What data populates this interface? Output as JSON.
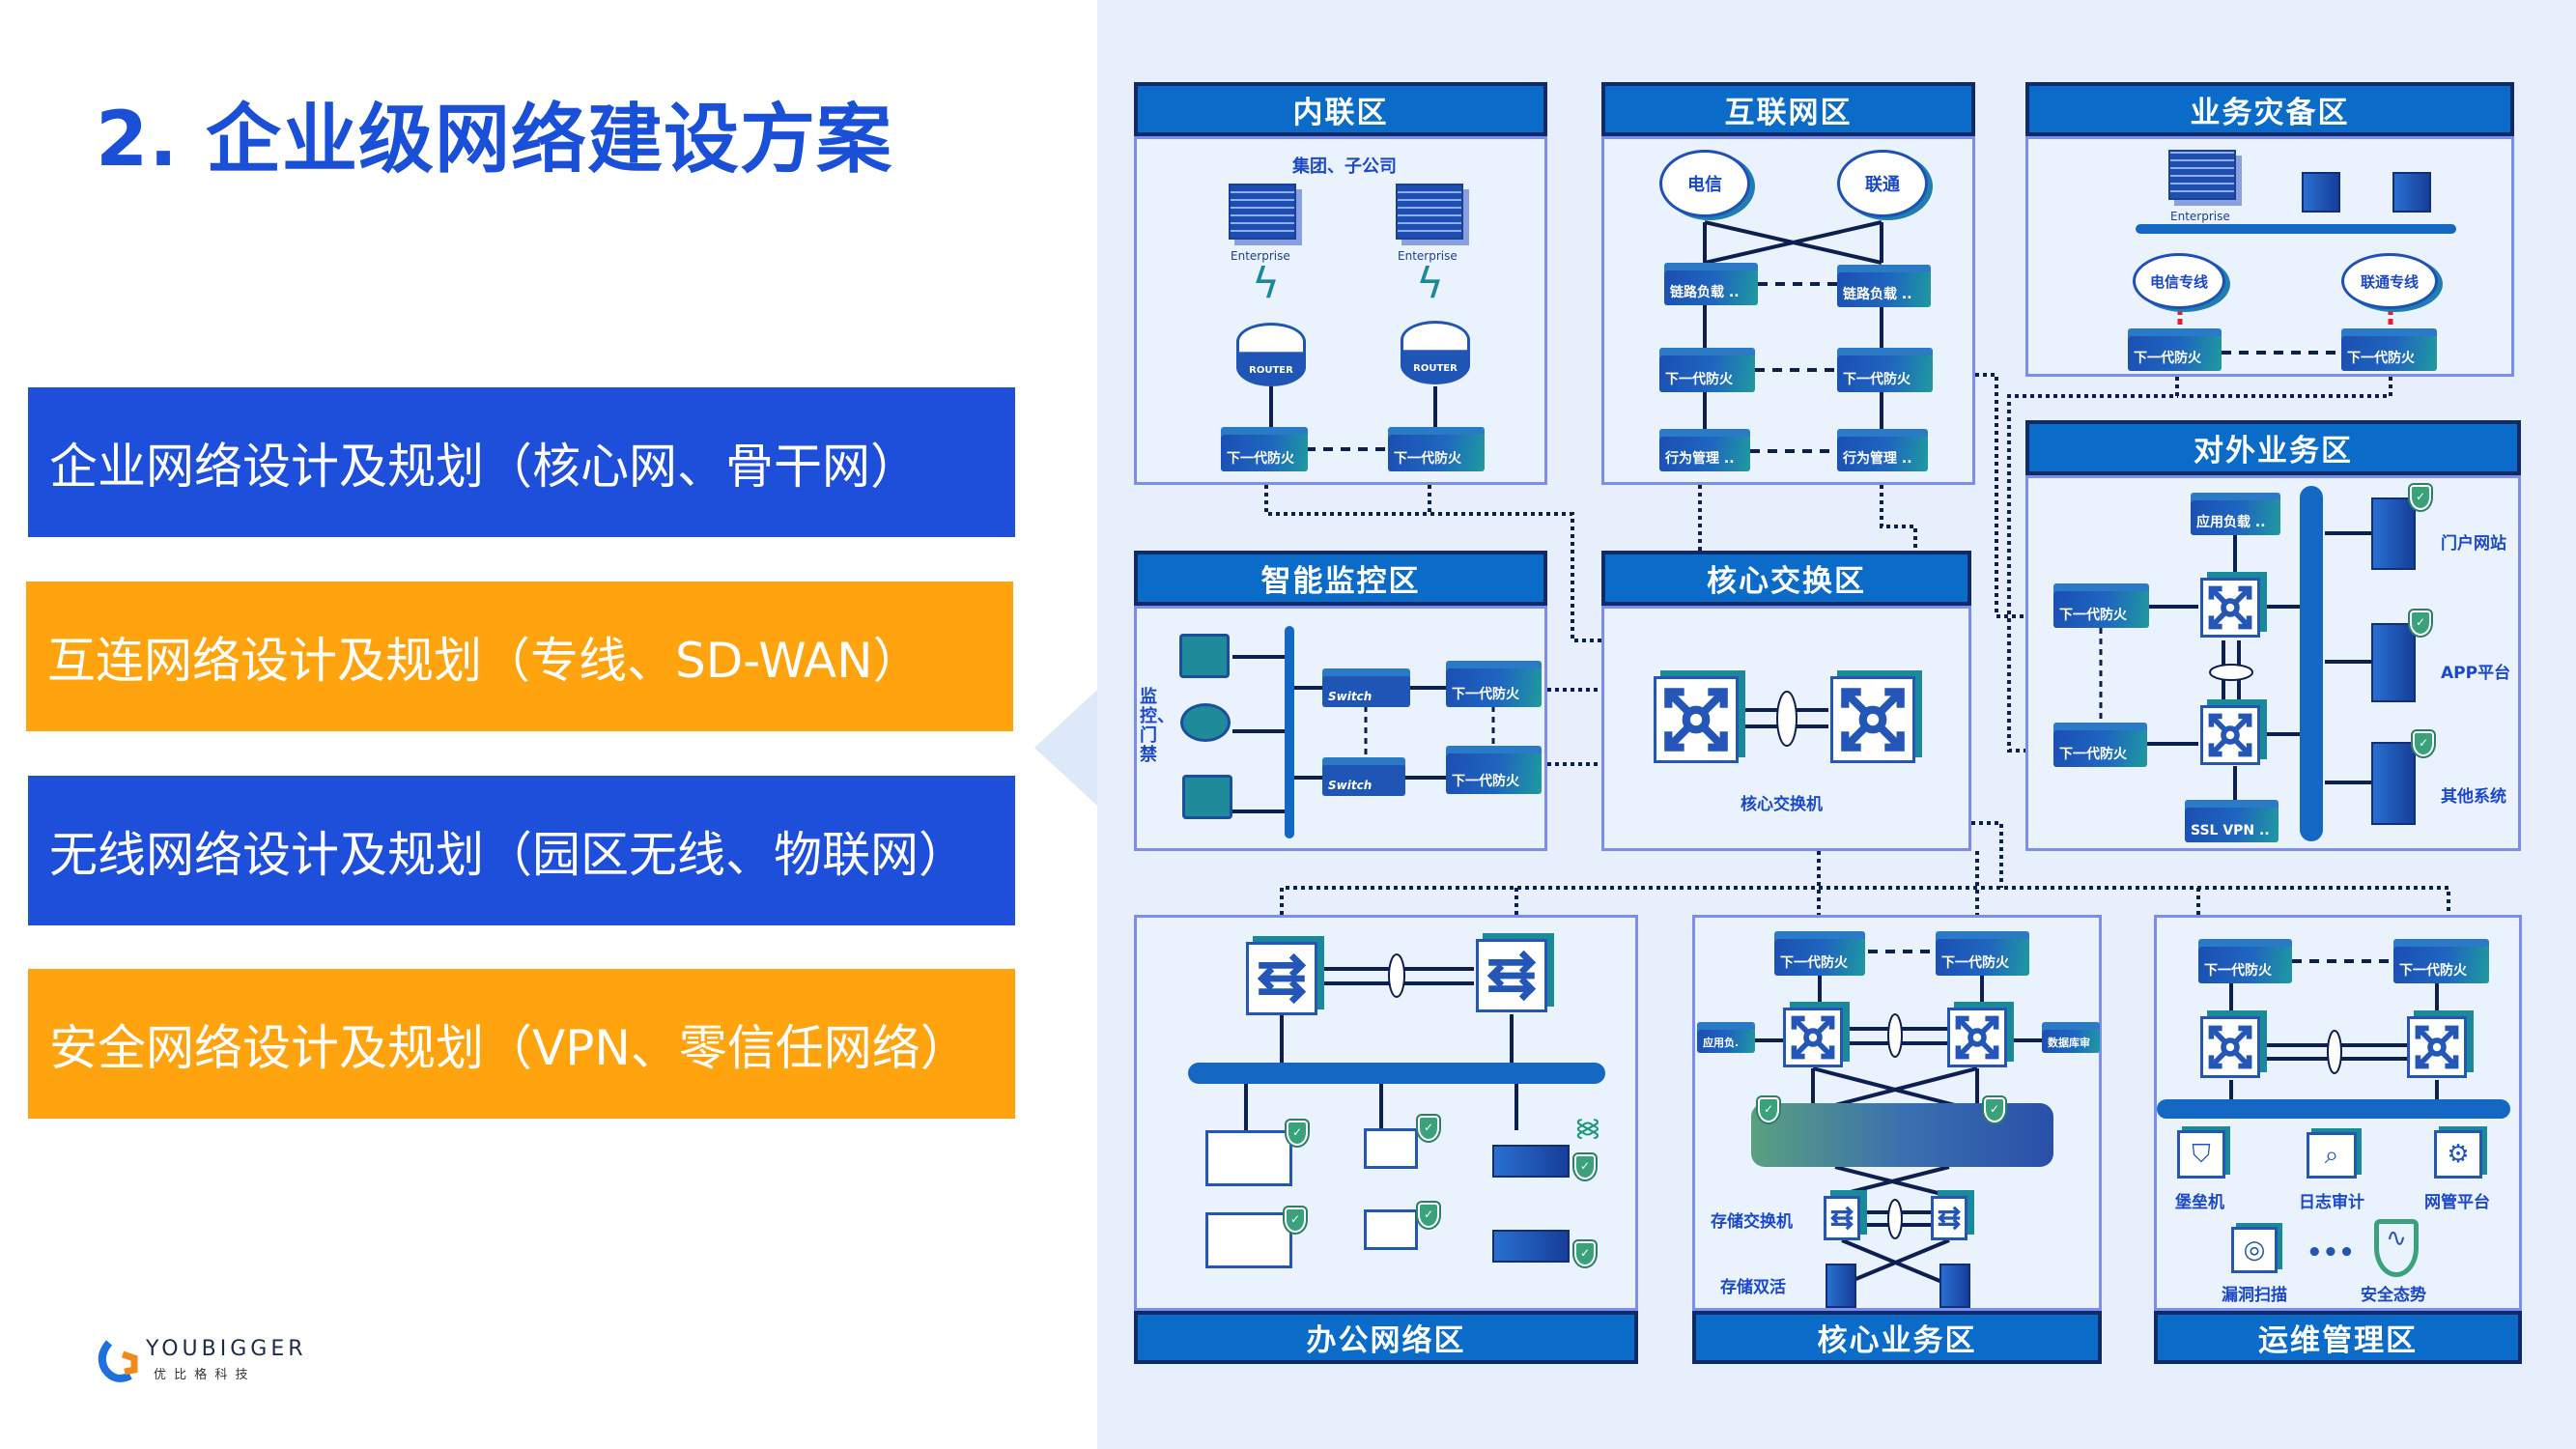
{
  "title": "2. 企业级网络建设方案",
  "menu": [
    {
      "label": "企业网络设计及规划（核心网、骨干网）",
      "color": "#1e4fdb"
    },
    {
      "label": "互连网络设计及规划（专线、SD-WAN）",
      "color": "#ffa30f"
    },
    {
      "label": "无线网络设计及规划（园区无线、物联网）",
      "color": "#1e4fdb"
    },
    {
      "label": "安全网络设计及规划（VPN、零信任网络）",
      "color": "#ffa30f"
    }
  ],
  "logo": {
    "name": "YOUBIGGER",
    "cn": "优 比 格 科 技"
  },
  "common": {
    "firewall": "下一代防火",
    "enterprise": "Enterprise",
    "router": "ROUTER"
  },
  "zones": {
    "neilian": {
      "title": "内联区",
      "group": "集团、子公司"
    },
    "internet": {
      "title": "互联网区",
      "isp1": "电信",
      "isp2": "联通",
      "lb": "链路负载 ..",
      "behavior": "行为管理 .."
    },
    "dr": {
      "title": "业务灾备区",
      "line1": "电信专线",
      "line2": "联通专线"
    },
    "monitor": {
      "title": "智能监控区",
      "side": "监控、门禁",
      "switch": "Switch"
    },
    "core": {
      "title": "核心交换区",
      "label": "核心交换机"
    },
    "external": {
      "title": "对外业务区",
      "alb": "应用负载 ..",
      "vpn": "SSL VPN ..",
      "portal": "门户网站",
      "app": "APP平台",
      "other": "其他系统"
    },
    "office": {
      "title": "办公网络区"
    },
    "corebiz": {
      "title": "核心业务区",
      "alb": "应用负.",
      "dbaudit": "数据库审",
      "storage_switch": "存储交换机",
      "storage_ha": "存储双活"
    },
    "ops": {
      "title": "运维管理区",
      "bastion": "堡垒机",
      "log": "日志审计",
      "nms": "网管平台",
      "scan": "漏洞扫描",
      "ellipsis": "•••",
      "situation": "安全态势"
    }
  }
}
